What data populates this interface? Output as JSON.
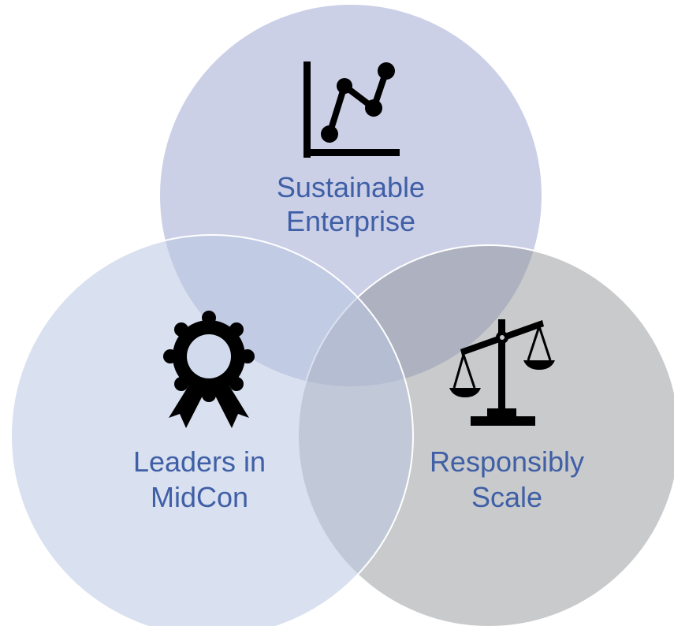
{
  "diagram": {
    "circles": [
      {
        "id": "top",
        "label_lines": [
          "Sustainable",
          "Enterprise"
        ],
        "icon": "line-chart-icon",
        "fill": "#c9cde6"
      },
      {
        "id": "left",
        "label_lines": [
          "Leaders in",
          "MidCon"
        ],
        "icon": "award-ribbon-icon",
        "fill": "#d2dbed"
      },
      {
        "id": "right",
        "label_lines": [
          "Responsibly",
          "Scale"
        ],
        "icon": "balance-scale-icon",
        "fill": "#c6c7ca"
      }
    ],
    "label_color": "#3f5fa6",
    "outline_color": "#ffffff"
  }
}
